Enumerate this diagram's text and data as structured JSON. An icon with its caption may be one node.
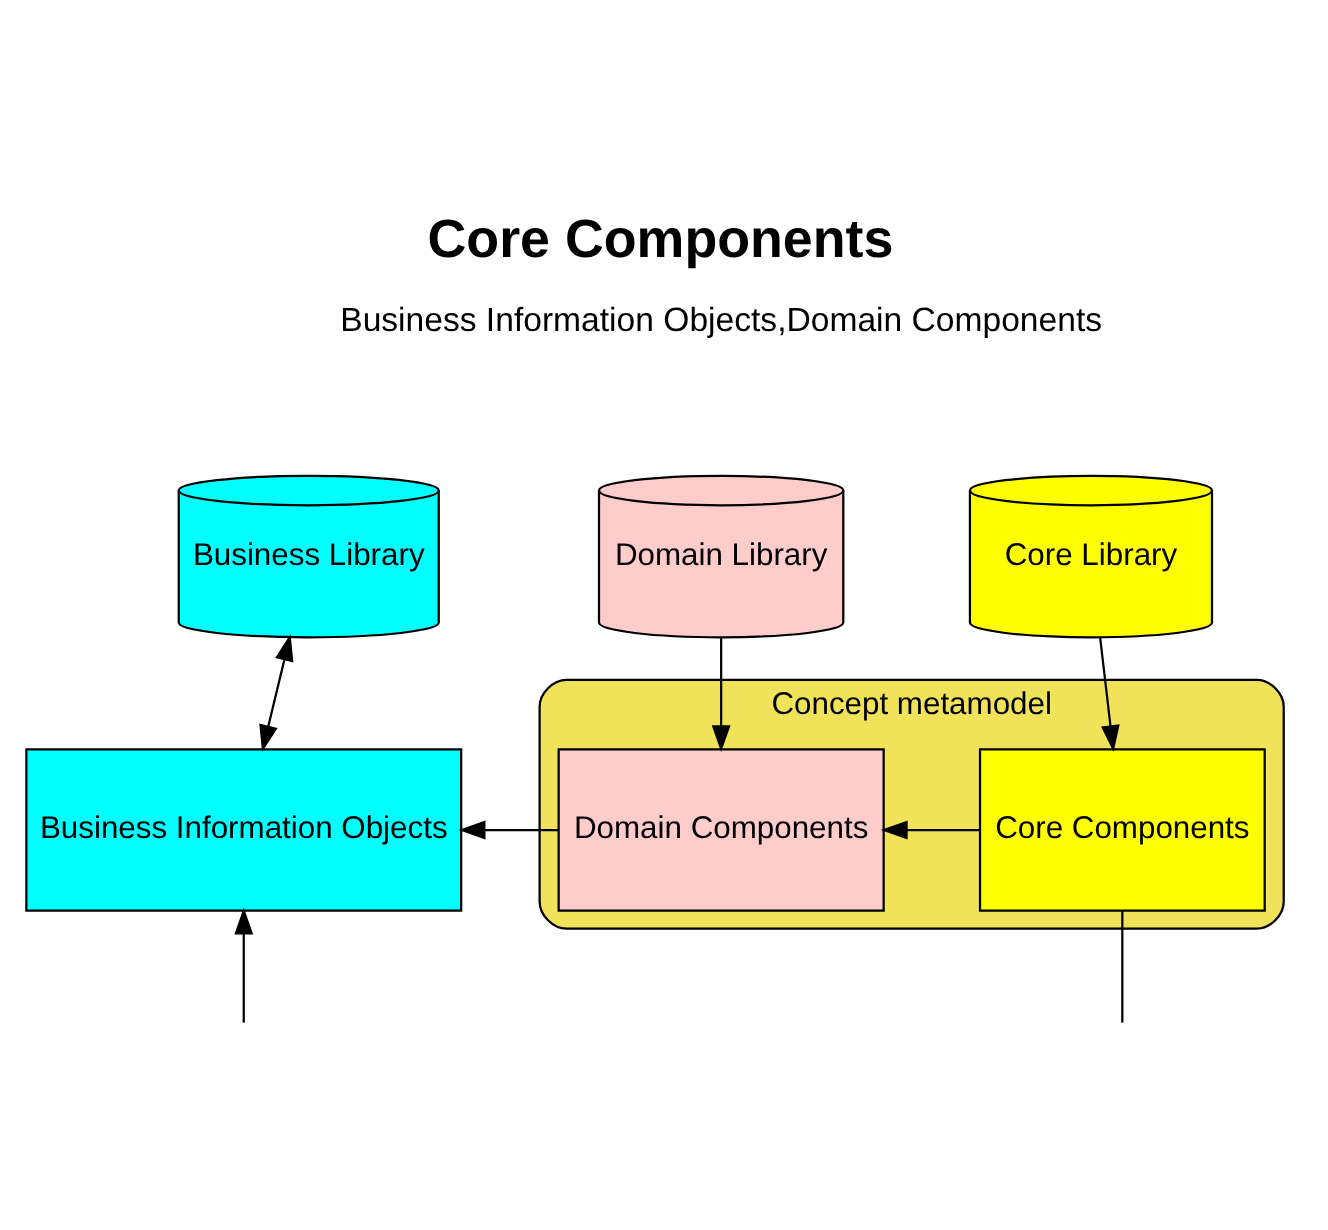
{
  "diagram": {
    "title": "Core Components",
    "nodes": [
      {
        "text": [
          "Business Library"
        ]
      },
      {
        "text": [
          "Domain Library"
        ]
      },
      {
        "text": [
          "Core Library"
        ]
      },
      {
        "text": [
          "Concept metamodel"
        ]
      },
      {
        "text": [
          "Business Information Objects"
        ]
      },
      {
        "text": [
          "Domain Components"
        ],
        "in": 3
      },
      {
        "text": [
          "Core Components"
        ],
        "in": 3
      }
    ],
    "edges": [
      {
        "from": 0,
        "to": 4,
        "arrow": "both"
      },
      {
        "from": 1,
        "to": 5,
        "arrow": "to"
      },
      {
        "from": 2,
        "to": 6,
        "arrow": "to"
      },
      {
        "from": 5,
        "to": 4,
        "arrow": "to"
      },
      {
        "from": 6,
        "to": 5,
        "arrow": "to"
      },
      {
        "from": null,
        "to": 4,
        "arrow": "to"
      },
      {
        "from": 6,
        "to": null,
        "arrow": "none"
      }
    ],
    "labels": [
      "Business Information Objects,Domain Components"
    ]
  }
}
